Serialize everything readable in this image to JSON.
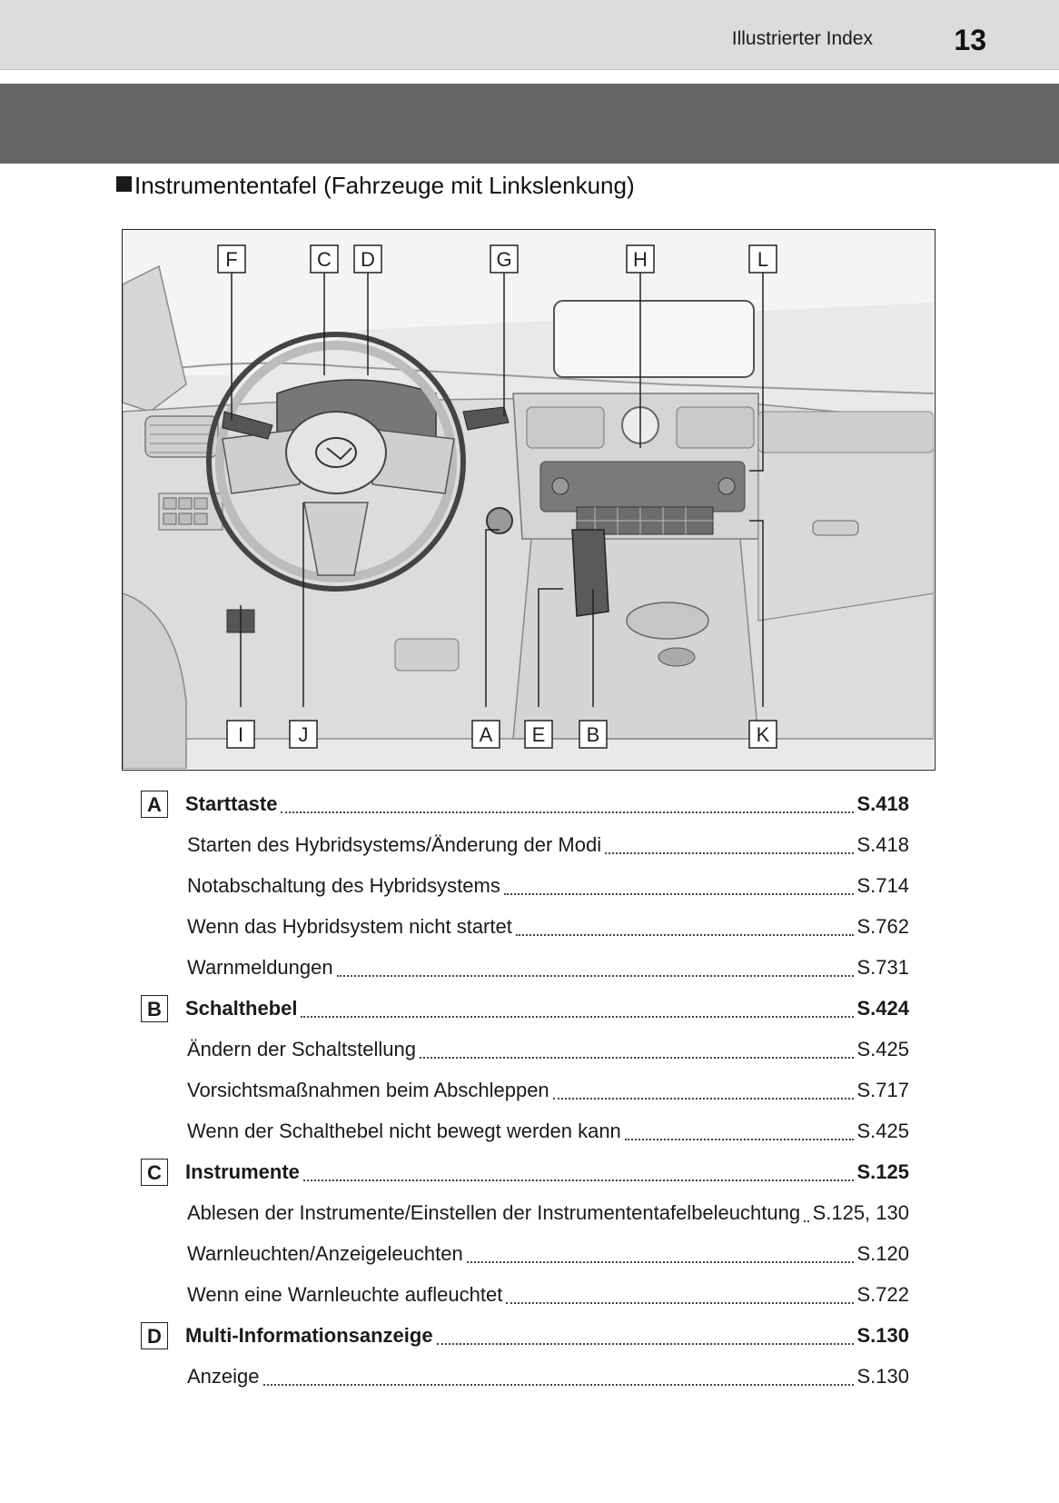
{
  "header": {
    "title": "Illustrierter Index",
    "page_number": "13"
  },
  "section": {
    "heading": "Instrumententafel (Fahrzeuge mit Linkslenkung)"
  },
  "figure": {
    "callouts_top": [
      "F",
      "C",
      "D",
      "G",
      "H",
      "L"
    ],
    "callouts_bottom": [
      "I",
      "J",
      "A",
      "E",
      "B",
      "K"
    ]
  },
  "entries": [
    {
      "badge": "A",
      "title": "Starttaste",
      "page": "S.418",
      "items": [
        {
          "label": "Starten des Hybridsystems/Änderung der Modi",
          "page": "S.418"
        },
        {
          "label": "Notabschaltung des Hybridsystems",
          "page": "S.714"
        },
        {
          "label": "Wenn das Hybridsystem nicht startet",
          "page": "S.762"
        },
        {
          "label": "Warnmeldungen",
          "page": "S.731"
        }
      ]
    },
    {
      "badge": "B",
      "title": "Schalthebel",
      "page": "S.424",
      "items": [
        {
          "label": "Ändern der Schaltstellung",
          "page": "S.425"
        },
        {
          "label": "Vorsichtsmaßnahmen beim Abschleppen",
          "page": "S.717"
        },
        {
          "label": "Wenn der Schalthebel nicht bewegt werden kann",
          "page": "S.425"
        }
      ]
    },
    {
      "badge": "C",
      "title": "Instrumente",
      "page": "S.125",
      "items": [
        {
          "label": "Ablesen der Instrumente/Einstellen der Instrumententafelbeleuchtung",
          "page": "S.125, 130"
        },
        {
          "label": "Warnleuchten/Anzeigeleuchten",
          "page": "S.120"
        },
        {
          "label": "Wenn eine Warnleuchte aufleuchtet",
          "page": "S.722"
        }
      ]
    },
    {
      "badge": "D",
      "title": "Multi-Informationsanzeige",
      "page": "S.130",
      "items": [
        {
          "label": "Anzeige",
          "page": "S.130"
        }
      ]
    }
  ]
}
